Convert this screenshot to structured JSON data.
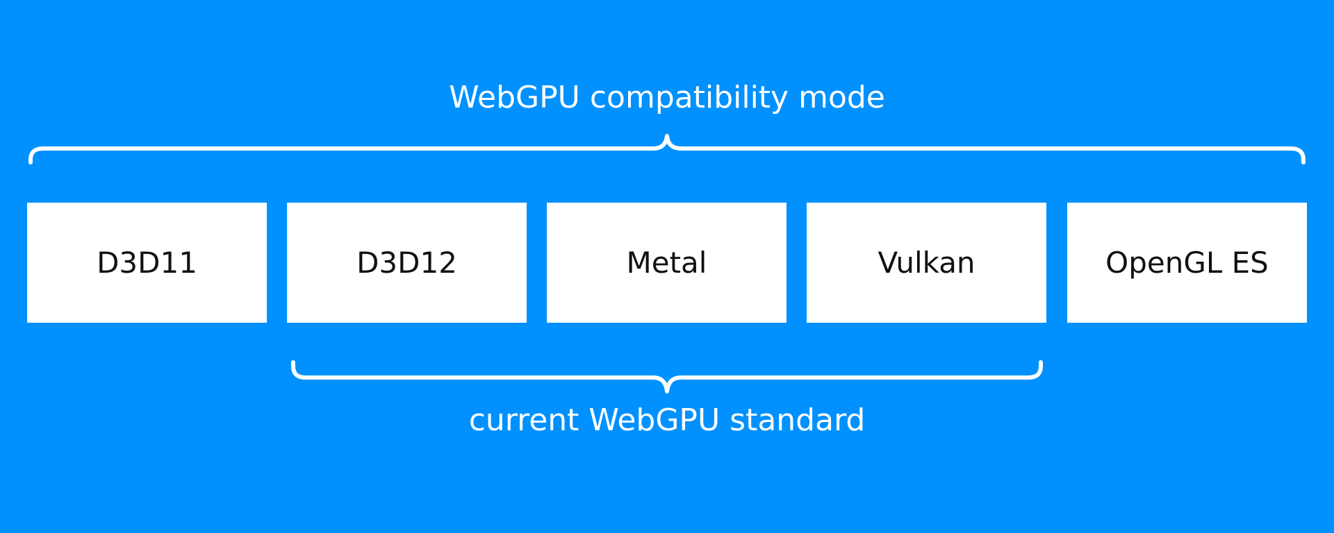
{
  "diagram": {
    "top_label": "WebGPU compatibility mode",
    "bottom_label": "current WebGPU standard",
    "backends": [
      {
        "label": "D3D11"
      },
      {
        "label": "D3D12"
      },
      {
        "label": "Metal"
      },
      {
        "label": "Vulkan"
      },
      {
        "label": "OpenGL ES"
      }
    ],
    "colors": {
      "background": "#0091FF",
      "box": "#FFFFFF",
      "line": "#FFFFFF",
      "box_text": "#111111"
    }
  }
}
